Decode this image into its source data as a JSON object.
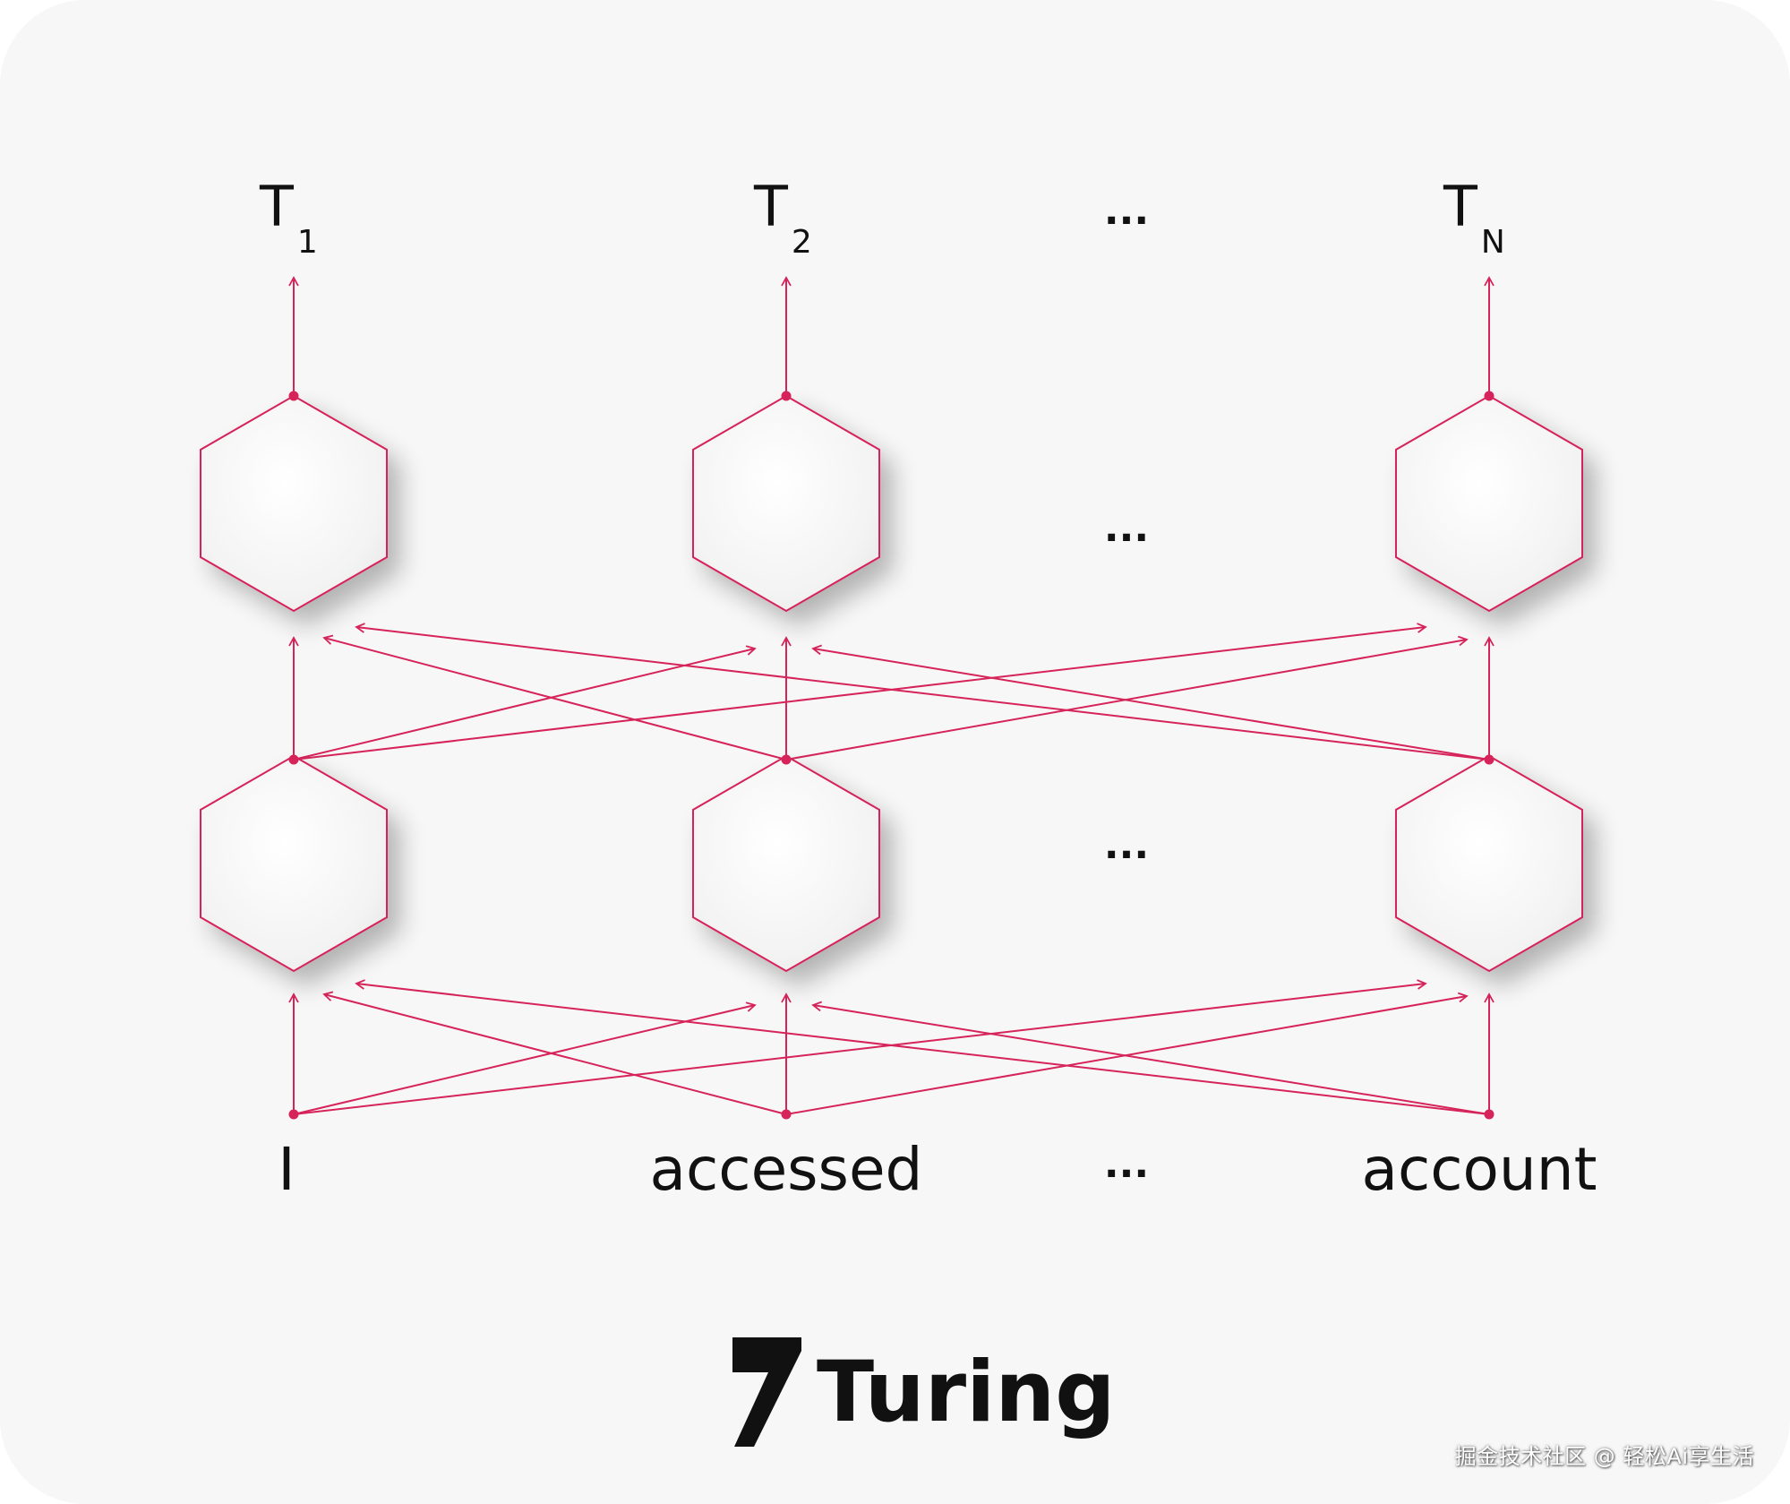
{
  "diagram": {
    "outputs": [
      {
        "base": "T",
        "sub": "1"
      },
      {
        "base": "T",
        "sub": "2"
      },
      {
        "base": "T",
        "sub": "N"
      }
    ],
    "inputs": [
      "I",
      "accessed",
      "account"
    ],
    "ellipsis": "...",
    "accent_color": "#d6245a"
  },
  "logo": {
    "text": "Turing"
  },
  "watermark": "掘金技术社区 @ 轻松Ai享生活"
}
